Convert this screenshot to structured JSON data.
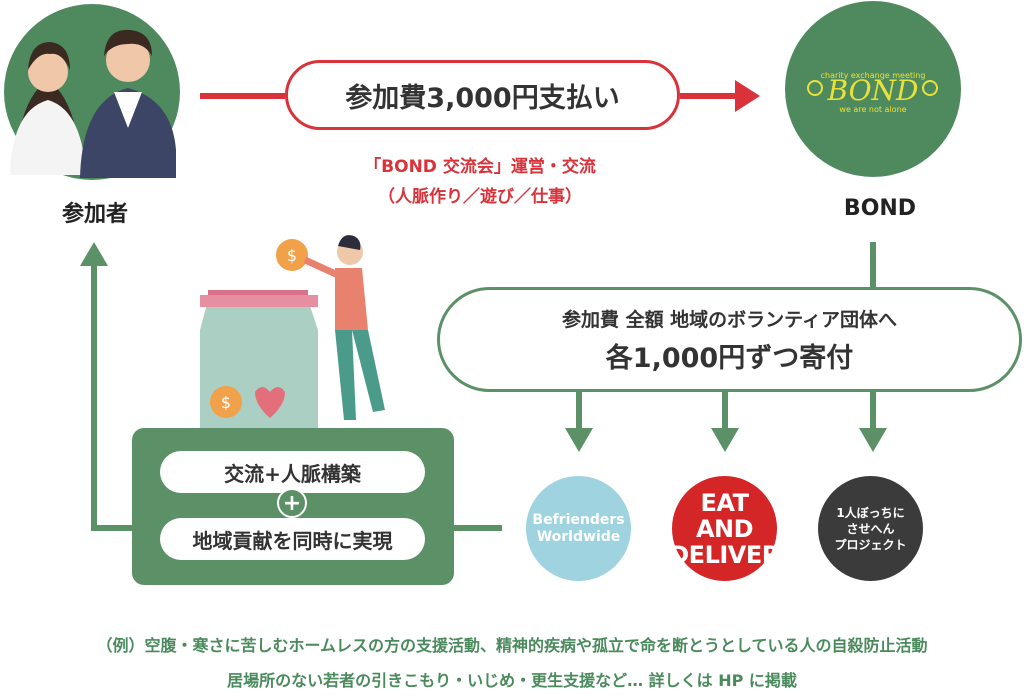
{
  "participant": {
    "label": "参加者",
    "icon": "couple-avatar-icon"
  },
  "bond": {
    "label": "BOND",
    "logo_top": "charity exchange meeting",
    "logo_main": "BOND",
    "logo_bottom": "we are not alone"
  },
  "payment": {
    "label": "参加費3,000円支払い"
  },
  "operation": {
    "line1": "「BOND 交流会」運営・交流",
    "line2": "（人脈作り／遊び／仕事）"
  },
  "donation": {
    "line1": "参加費 全額 地域のボランティア団体へ",
    "line2": "各1,000円ずつ寄付"
  },
  "outcome": {
    "item1": "交流+人脈構築",
    "plus": "+",
    "item2": "地域貢献を同時に実現"
  },
  "orgs": [
    {
      "lines": [
        "Befrienders",
        "Worldwide"
      ]
    },
    {
      "lines": [
        "EAT AND",
        "DELIVER"
      ]
    },
    {
      "lines": [
        "1人ぼっちに",
        "させへん",
        "プロジェクト"
      ]
    }
  ],
  "footer": {
    "line1": "（例）空腹・寒さに苦しむホームレスの方の支援活動、精神的疾病や孤立で命を断とうとしている人の自殺防止活動",
    "line2": "居場所のない若者の引きこもり・いじめ・更生支援など… 詳しくは HP に掲載"
  },
  "colors": {
    "green": "#5c9168",
    "red": "#d9323a",
    "bond_logo": "#e8e23a",
    "org1": "#9fd3df",
    "org2": "#d42527",
    "org3": "#3b3b3b"
  }
}
